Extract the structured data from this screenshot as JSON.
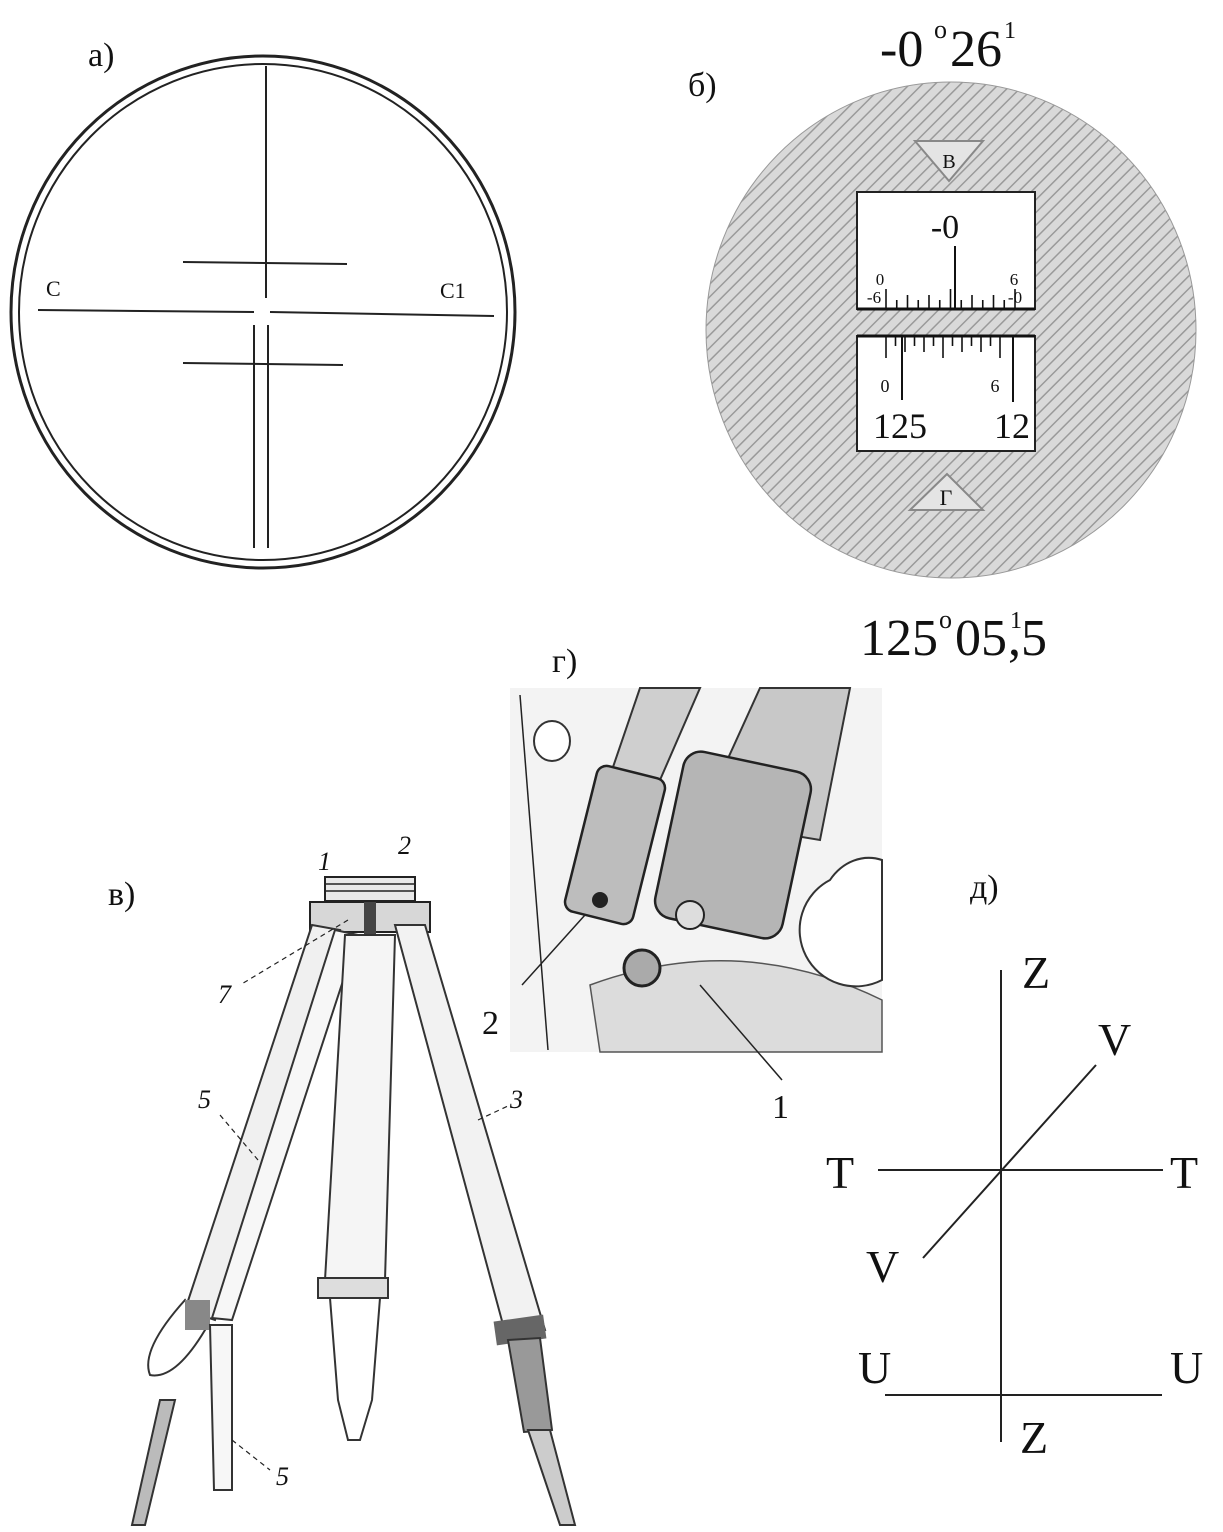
{
  "panels": {
    "a": {
      "label": "а)",
      "left_mark": "C",
      "right_mark": "C1"
    },
    "b": {
      "label": "б)",
      "top_reading": {
        "deg": "-0",
        "deg_sym": "o",
        "min": "26",
        "min_sym": "1"
      },
      "top_triangle": "В",
      "upper_window": {
        "center": "-0",
        "left_top": "0",
        "left_bottom": "-6",
        "right_top": "6",
        "right_bottom": "-0"
      },
      "lower_window": {
        "left_small": "0",
        "right_small": "6",
        "left_big": "125",
        "right_big": "12"
      },
      "bottom_triangle": "Г",
      "bottom_reading": {
        "deg": "125",
        "deg_sym": "o",
        "min": "05",
        "min_sym": "1",
        "frac": ",5"
      }
    },
    "v": {
      "label": "в)",
      "callouts": [
        "1",
        "2",
        "7",
        "5",
        "3",
        "5"
      ]
    },
    "g": {
      "label": "г)",
      "callouts": [
        "2",
        "1"
      ]
    },
    "d": {
      "label": "д)",
      "axes": {
        "z_top": "Z",
        "z_bottom": "Z",
        "v_top": "V",
        "v_bottom": "V",
        "t_left": "T",
        "t_right": "T",
        "u_left": "U",
        "u_right": "U"
      }
    }
  },
  "colors": {
    "ink": "#222222",
    "hatch": "#9a9a9a",
    "window": "#ffffff"
  }
}
